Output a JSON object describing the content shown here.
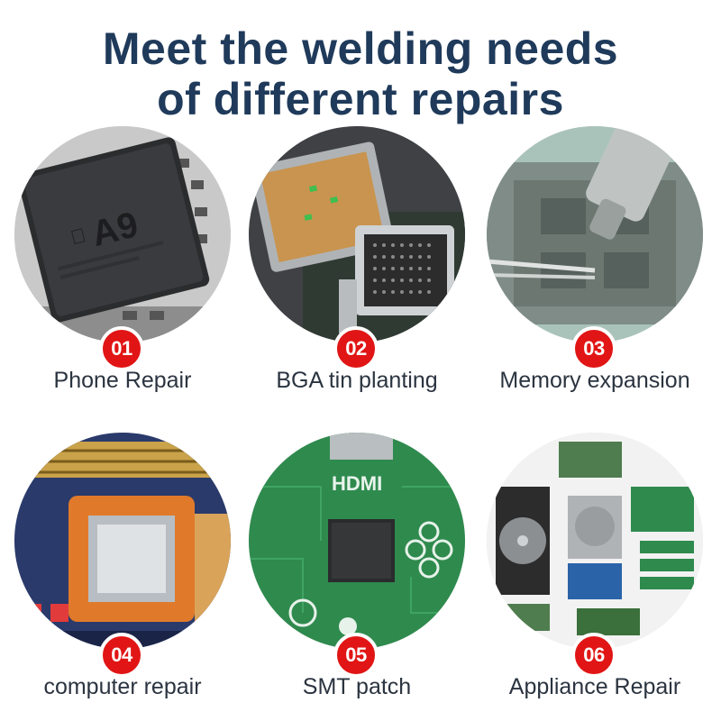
{
  "headline": {
    "line1": "Meet the welding needs",
    "line2": "of different repairs"
  },
  "cards": [
    {
      "number": "01",
      "label": "Phone Repair",
      "chip_text": "A9"
    },
    {
      "number": "02",
      "label": "BGA tin planting"
    },
    {
      "number": "03",
      "label": "Memory expansion"
    },
    {
      "number": "04",
      "label": "computer repair"
    },
    {
      "number": "05",
      "label": "SMT patch",
      "chip_text": "HDMI"
    },
    {
      "number": "06",
      "label": "Appliance Repair"
    }
  ],
  "colors": {
    "headline": "#1f3a5a",
    "badge": "#e11515",
    "label": "#2b3440"
  }
}
